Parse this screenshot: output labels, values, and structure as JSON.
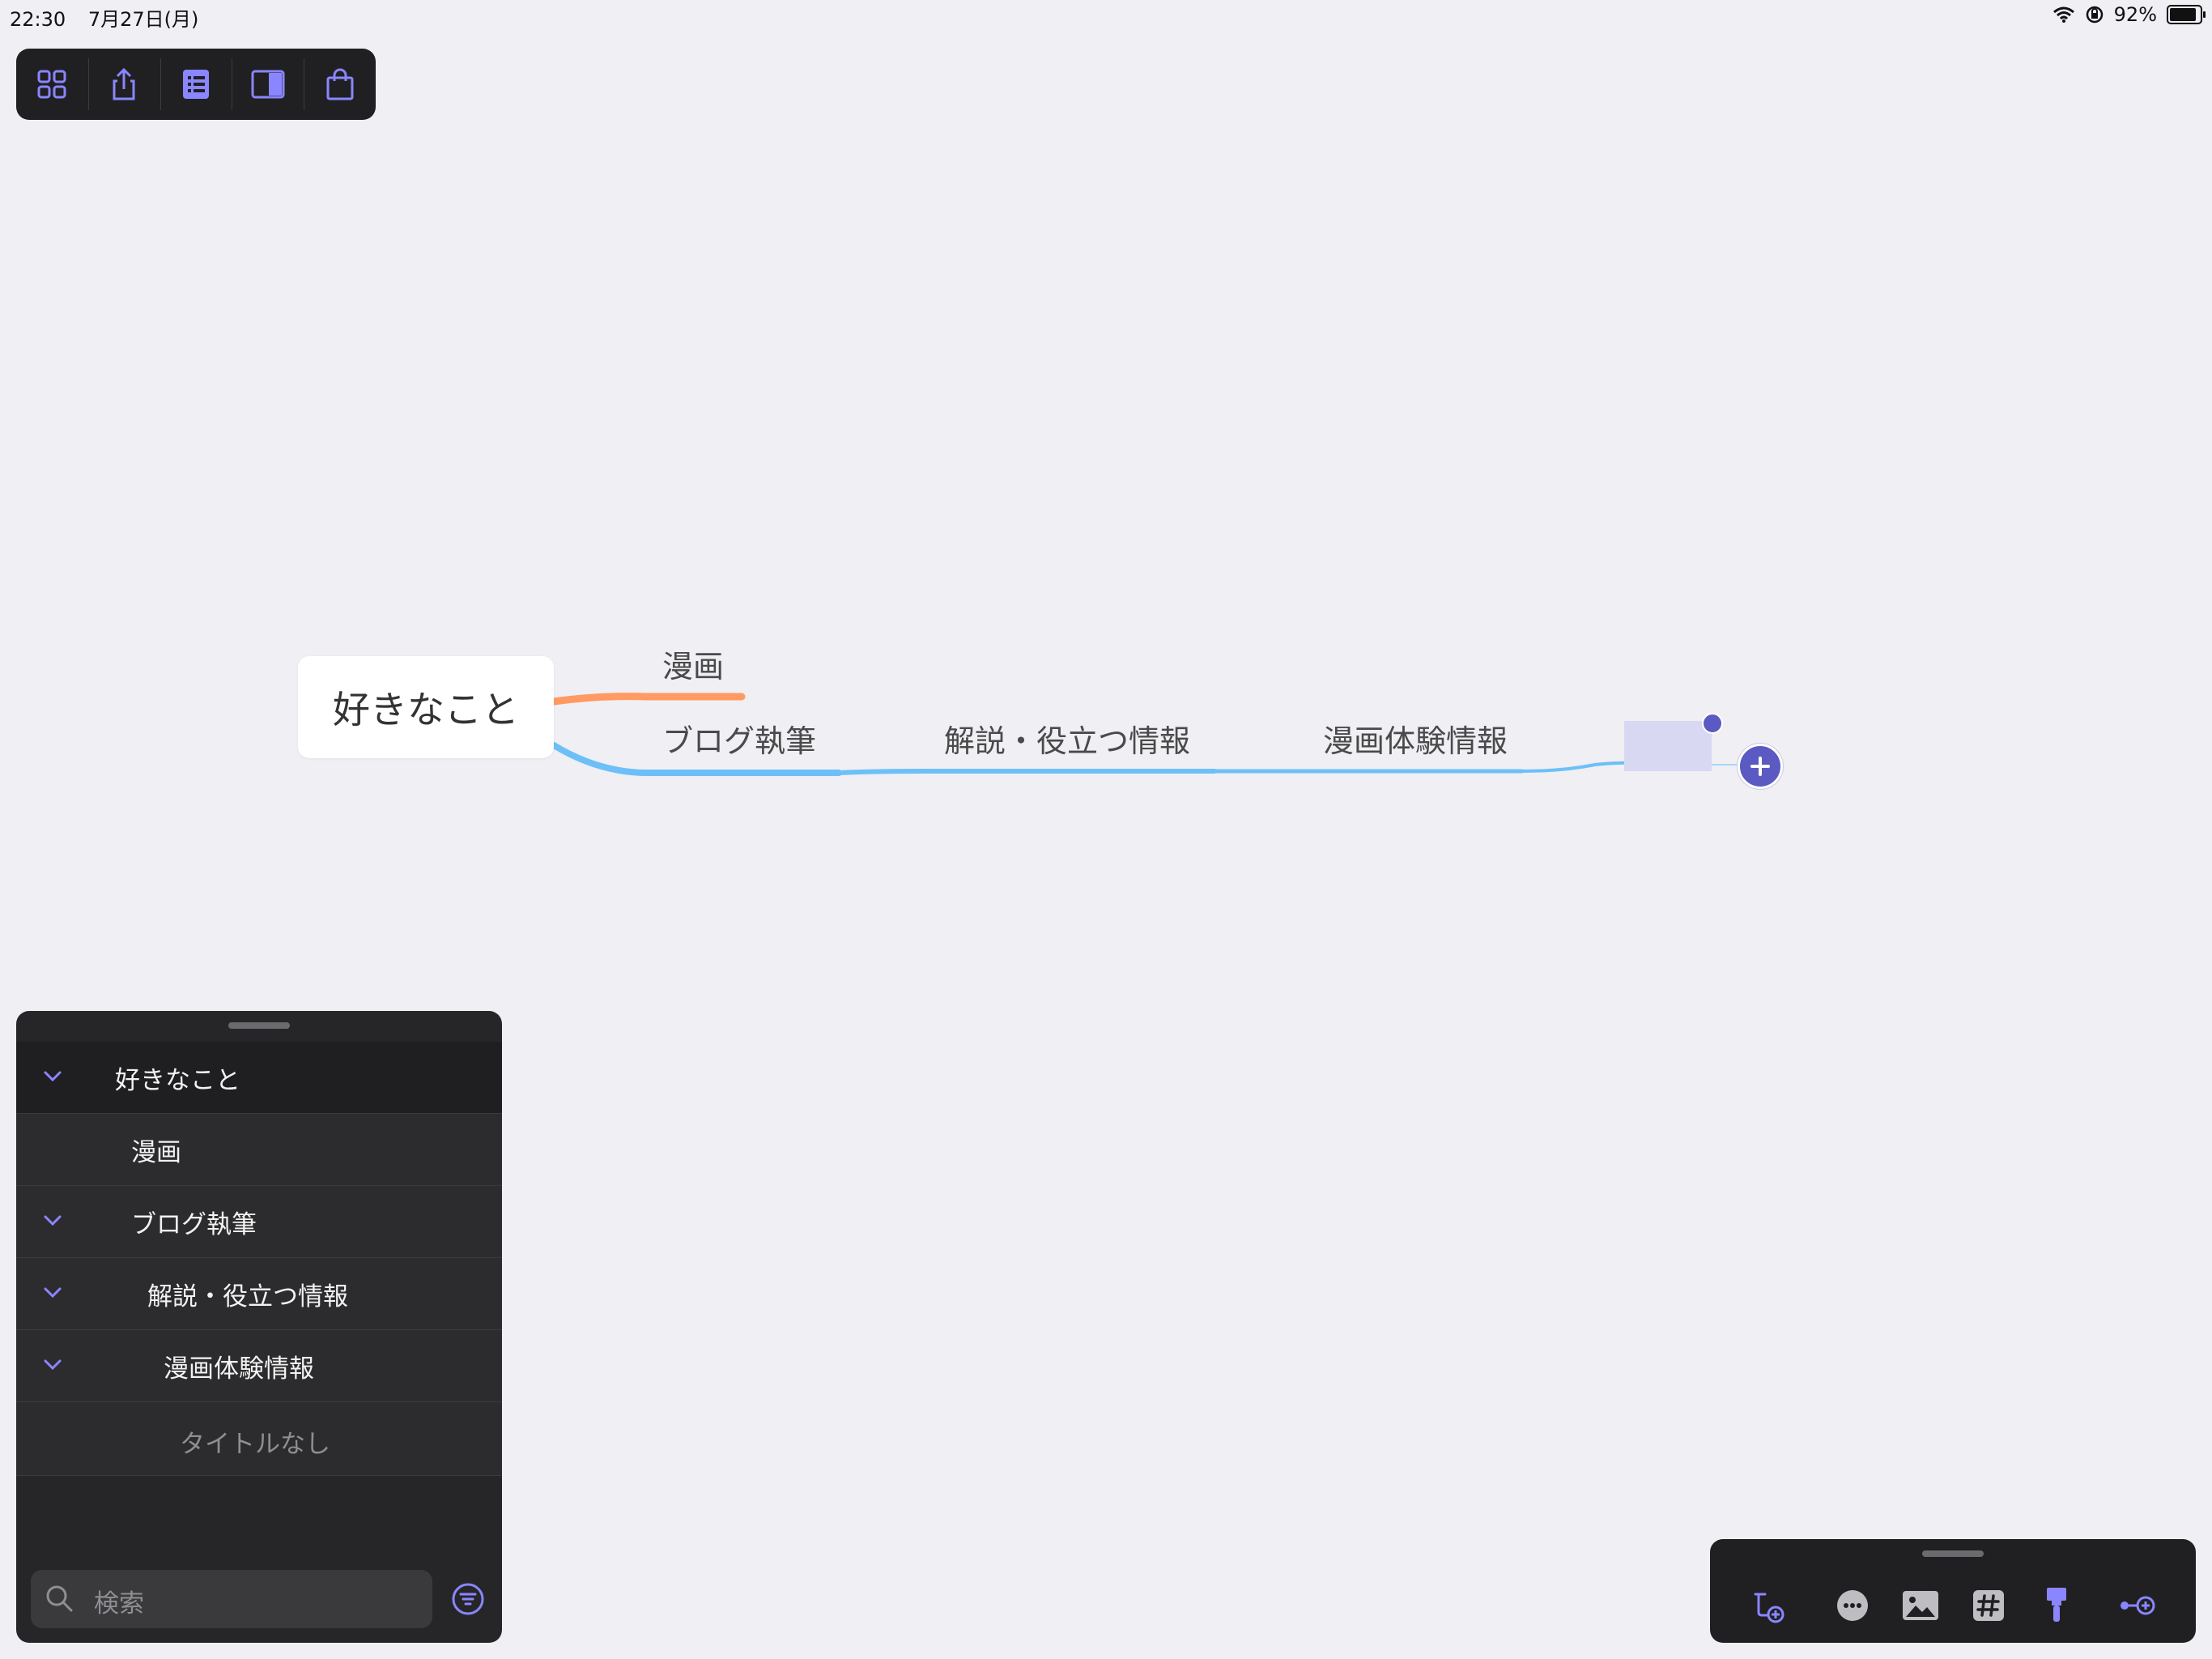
{
  "status_bar": {
    "time": "22:30",
    "date": "7月27日(月)",
    "battery": "92%",
    "icons": [
      "wifi-icon",
      "orientation-lock-icon",
      "battery-icon"
    ]
  },
  "toolbar": {
    "buttons": [
      {
        "icon": "grid-icon",
        "name": "documents-button"
      },
      {
        "icon": "share-icon",
        "name": "share-button"
      },
      {
        "icon": "outline-list-icon",
        "name": "outline-button"
      },
      {
        "icon": "sidebar-icon",
        "name": "inspector-button"
      },
      {
        "icon": "shopping-bag-icon",
        "name": "store-button"
      }
    ],
    "accent": "#8a86ff"
  },
  "mindmap": {
    "root": "好きなこと",
    "branches": [
      {
        "label": "漫画",
        "color": "#ff9a62"
      },
      {
        "label": "ブログ執筆",
        "color": "#6dc0f7"
      },
      {
        "label": "解説・役立つ情報",
        "color": "#6dc0f7"
      },
      {
        "label": "漫画体験情報",
        "color": "#6dc0f7"
      }
    ],
    "selected_color": "#d8d8f2",
    "add_color": "#5a5ac2"
  },
  "outline": {
    "rows": [
      {
        "label": "好きなこと",
        "collapsible": true
      },
      {
        "label": "漫画",
        "collapsible": false
      },
      {
        "label": "ブログ執筆",
        "collapsible": true
      },
      {
        "label": "解説・役立つ情報",
        "collapsible": true
      },
      {
        "label": "漫画体験情報",
        "collapsible": true
      },
      {
        "label": "タイトルなし",
        "collapsible": false
      }
    ],
    "search_placeholder": "検索"
  },
  "bottom_toolbar": {
    "buttons": [
      {
        "icon": "add-child-icon"
      },
      {
        "icon": "more-icon"
      },
      {
        "icon": "image-icon"
      },
      {
        "icon": "tag-icon"
      },
      {
        "icon": "format-brush-icon"
      },
      {
        "icon": "relationship-icon"
      }
    ]
  }
}
